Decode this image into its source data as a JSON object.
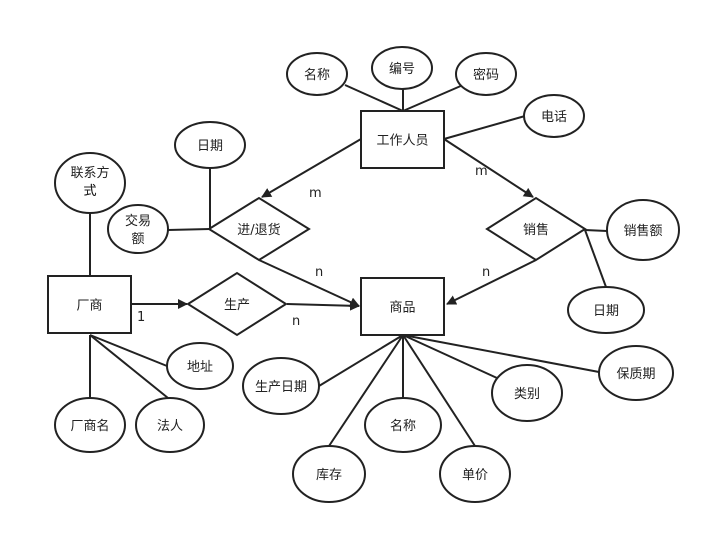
{
  "diagram": {
    "type": "er-diagram",
    "entities": {
      "staff": "工作人员",
      "vendor": "厂商",
      "product": "商品"
    },
    "relationships": {
      "trade": "进/退货",
      "sale": "销售",
      "produce": "生产"
    },
    "attributes": {
      "staff_name": "名称",
      "staff_id": "编号",
      "staff_pwd": "密码",
      "staff_phone": "电话",
      "trade_date": "日期",
      "vendor_contact": [
        "联系方式",
        "式"
      ],
      "trade_amount": [
        "交易",
        "额"
      ],
      "sale_amount": "销售额",
      "sale_date": "日期",
      "vendor_addr": "地址",
      "vendor_name": "厂商名",
      "vendor_legal": "法人",
      "prod_date": "生产日期",
      "prod_name": "名称",
      "prod_stock": "库存",
      "prod_price": "单价",
      "prod_cat": "类别",
      "prod_shelf": "保质期"
    },
    "cardinalities": {
      "staff_trade": "m",
      "staff_sale": "m",
      "trade_product": "n",
      "sale_product": "n",
      "vendor_produce": "1",
      "produce_product": "n"
    }
  }
}
